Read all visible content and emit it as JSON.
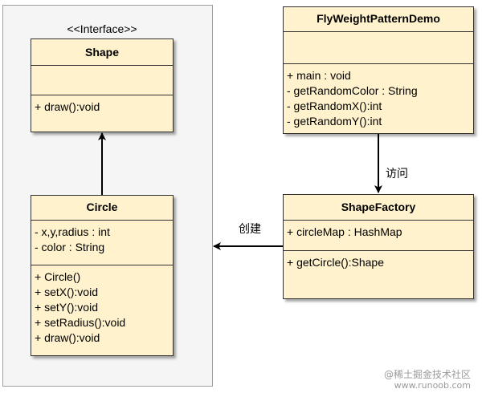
{
  "stereotype": "<<Interface>>",
  "classes": {
    "shape": {
      "name": "Shape",
      "attributes": [],
      "methods": [
        "+ draw():void"
      ]
    },
    "circle": {
      "name": "Circle",
      "attributes": [
        "- x,y,radius : int",
        "- color : String"
      ],
      "methods": [
        "+ Circle()",
        "+ setX():void",
        "+ setY():void",
        "+ setRadius():void",
        "+ draw():void"
      ]
    },
    "demo": {
      "name": "FlyWeightPatternDemo",
      "attributes": [],
      "methods": [
        "+ main : void",
        "- getRandomColor : String",
        "- getRandomX():int",
        "- getRandomY():int"
      ]
    },
    "factory": {
      "name": "ShapeFactory",
      "attributes": [
        "+ circleMap : HashMap"
      ],
      "methods": [
        "+ getCircle():Shape"
      ]
    }
  },
  "edges": {
    "visit_label": "访问",
    "create_label": "创建"
  },
  "watermark": {
    "line1": "@稀土掘金技术社区",
    "line2": "www.runoob.com"
  },
  "colors": {
    "class_fill": "#fff2cc",
    "group_fill": "#f5f5f5"
  }
}
